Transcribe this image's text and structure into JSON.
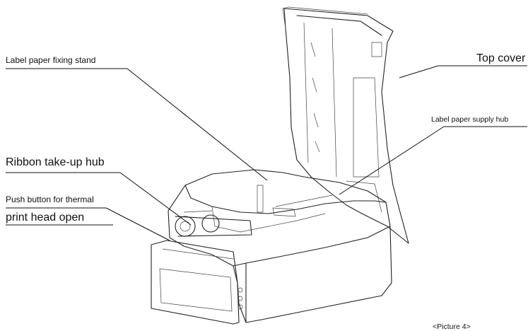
{
  "labels": {
    "label_paper_fixing_stand": "Label paper fixing stand",
    "top_cover": "Top cover",
    "label_paper_supply_hub": "Label paper supply hub",
    "ribbon_take_up_hub": "Ribbon take-up hub",
    "push_button_line1": "Push button for thermal",
    "push_button_line2": "print head open"
  },
  "caption": "<Picture 4>"
}
